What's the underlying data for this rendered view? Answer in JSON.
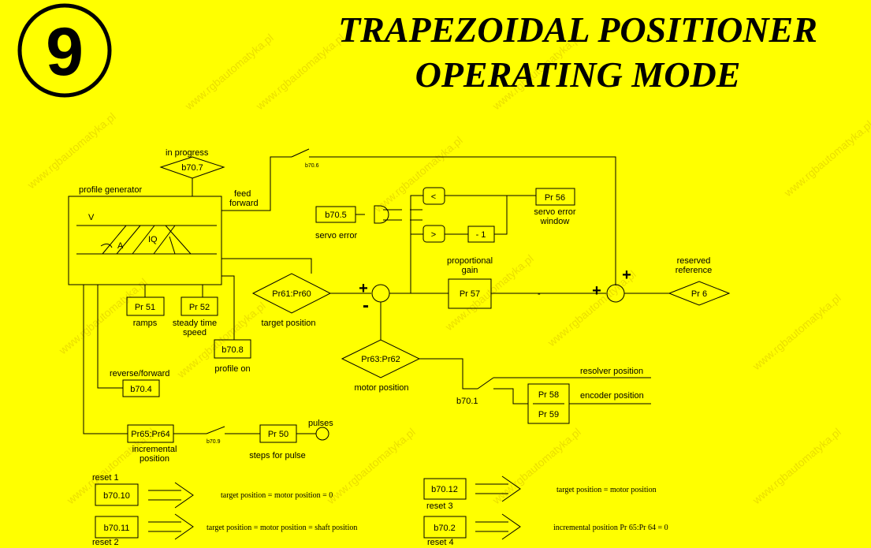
{
  "page": {
    "number": "9",
    "title_line1": "TRAPEZOIDAL POSITIONER",
    "title_line2": "OPERATING MODE",
    "watermark": "www.rgbautomatyka.pl"
  },
  "diagram": {
    "profile_generator": {
      "title": "profile generator",
      "v": "V",
      "a": "A",
      "iq": "IQ"
    },
    "in_progress": {
      "caption": "in progress",
      "id": "b70.7"
    },
    "switch_ff": "b70.6",
    "feed_forward": {
      "line1": "feed",
      "line2": "forward"
    },
    "servo_error": {
      "id": "b70.5",
      "caption": "servo error"
    },
    "comparators": {
      "lt": "<",
      "gt": ">"
    },
    "neg_one": "- 1",
    "pr56": {
      "id": "Pr 56",
      "line1": "servo error",
      "line2": "window"
    },
    "pr51": {
      "id": "Pr 51",
      "caption": "ramps"
    },
    "pr52": {
      "id": "Pr 52",
      "line1": "steady time",
      "line2": "speed"
    },
    "b708": {
      "id": "b70.8",
      "caption": "profile on"
    },
    "pr6160": {
      "id": "Pr61:Pr60",
      "caption": "target position"
    },
    "sum1": {
      "plus": "+",
      "minus": "-"
    },
    "pr57": {
      "id": "Pr 57",
      "line1": "proportional",
      "line2": "gain",
      "dash": "-"
    },
    "sum2": {
      "plus_left": "+",
      "plus_top": "+"
    },
    "pr6": {
      "id": "Pr 6",
      "line1": "reserved",
      "line2": "reference"
    },
    "pr6362": {
      "id": "Pr63:Pr62",
      "caption": "motor position"
    },
    "switch_fb": "b70.1",
    "resolver": "resolver position",
    "pr5859": {
      "top": "Pr 58",
      "bottom": "Pr 59"
    },
    "encoder": "encoder position",
    "b704": {
      "id": "b70.4",
      "caption": "reverse/forward"
    },
    "pr6564": {
      "id": "Pr65:Pr64",
      "line1": "incremental",
      "line2": "position"
    },
    "switch_inc": "b70.9",
    "pr50": {
      "id": "Pr 50",
      "caption": "steps for pulse"
    },
    "pulses": "pulses"
  },
  "legend": [
    {
      "reset": "reset 1",
      "bit": "b70.10",
      "text": "target position = motor position = 0"
    },
    {
      "reset": "reset 2",
      "bit": "b70.11",
      "text": "target position = motor position = shaft position"
    },
    {
      "reset": "reset 3",
      "bit": "b70.12",
      "text": "target position = motor position"
    },
    {
      "reset": "reset 4",
      "bit": "b70.2",
      "text": "incremental position Pr 65:Pr 64 = 0"
    }
  ]
}
